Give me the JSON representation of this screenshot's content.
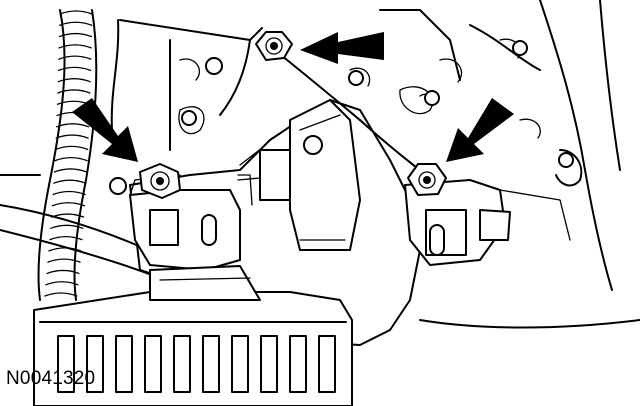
{
  "figure": {
    "reference_code": "N0041320",
    "callouts": [
      {
        "name": "left-arrow",
        "target": "left-mounting-bolt",
        "direction": "down-right"
      },
      {
        "name": "top-arrow",
        "target": "top-mounting-nut",
        "direction": "left"
      },
      {
        "name": "right-arrow",
        "target": "right-mounting-nut",
        "direction": "down-left"
      }
    ],
    "colors": {
      "ink": "#000000",
      "background": "#ffffff"
    }
  }
}
